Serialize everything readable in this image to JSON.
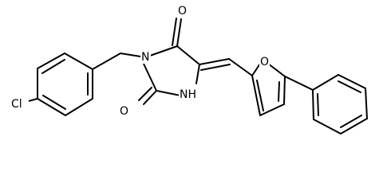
{
  "structure": {
    "atom_labels": {
      "carbonyl_top_oxygen": "O",
      "carbonyl_left_oxygen": "O",
      "imide_nitrogen": "N",
      "amine_nh": "NH",
      "furan_oxygen": "O",
      "chlorine": "Cl"
    }
  },
  "colors": {
    "bond": "#000000",
    "background": "#ffffff"
  }
}
